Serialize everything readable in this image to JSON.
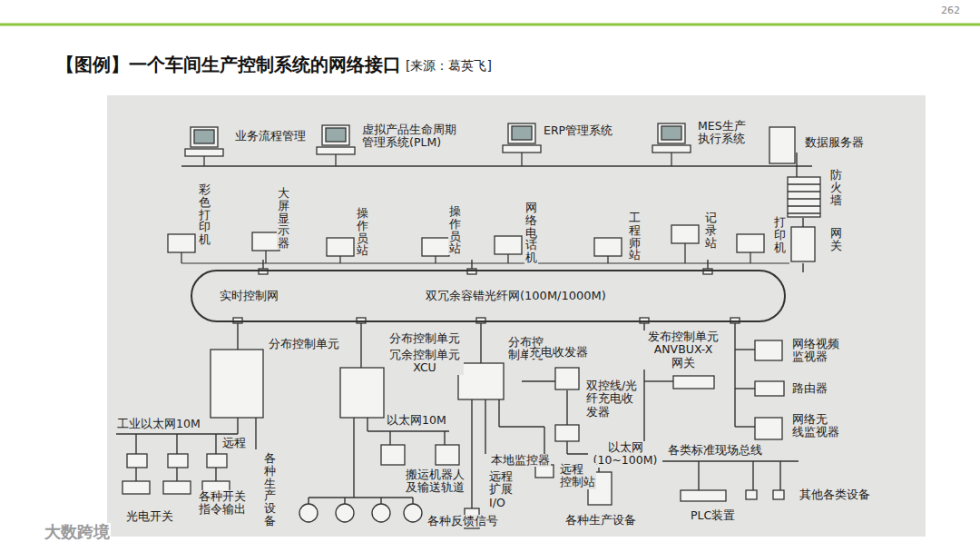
{
  "diagram": {
    "title": "【图例】一个车间生产控制系统的网络接口",
    "nodes": [
      {
        "text": [
          "实时控制网",
          "双冗余容错光纤网(100M/1000M)"
        ]
      }
    ],
    "labels": [
      "[来源：葛英飞]",
      "业务流程管理",
      "虚拟产品生命周期 管理系统(PLM)",
      "ERP管理系统",
      "MES生产 执行系统",
      "数据服务器",
      "防火墙",
      "网关",
      "打印机",
      "记录站",
      "工程师站",
      "网络电话机",
      "操作员站",
      "操作员站",
      "大屏显示器",
      "彩色打印机",
      "分布控制单元",
      "分布控制单元",
      "冗余控制单元 XCU",
      "分布控 制单元",
      "充电收发器",
      "双控线/光 纤充电收 发器",
      "以太网 (10~100M)",
      "发布控制单元 ANVBUX-X 网关",
      "网络视频 监视器",
      "路由器",
      "网络无 线监视器",
      "工业以太网10M",
      "远程",
      "各种生产设备",
      "光电开关",
      "各种开关 指令输出",
      "以太网10M",
      "搬运机器人 及输送轨道",
      "本地监控器",
      "远程 扩展 I/O",
      "远程 控制站",
      "各种反馈信号",
      "各种生产设备",
      "各类标准现场总线",
      "PLC装置",
      "其他各类设备",
      "262",
      "大数跨境"
    ]
  }
}
